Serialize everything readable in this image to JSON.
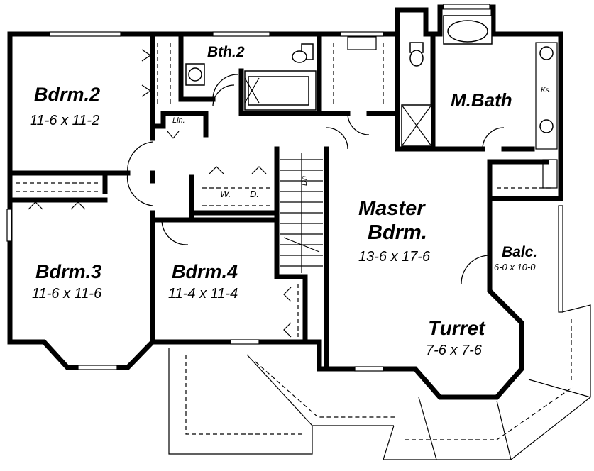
{
  "rooms": {
    "bdrm2": {
      "name": "Bdrm.2",
      "dims": "11-6 x 11-2"
    },
    "bth2": {
      "name": "Bth.2"
    },
    "mbath": {
      "name": "M.Bath"
    },
    "bdrm3": {
      "name": "Bdrm.3",
      "dims": "11-6 x 11-6"
    },
    "bdrm4": {
      "name": "Bdrm.4",
      "dims": "11-4 x 11-4"
    },
    "master": {
      "name_line1": "Master",
      "name_line2": "Bdrm.",
      "dims": "13-6 x 17-6"
    },
    "balc": {
      "name": "Balc.",
      "dims": "6-0 x 10-0"
    },
    "turret": {
      "name": "Turret",
      "dims": "7-6 x 7-6"
    }
  },
  "labels": {
    "linen": "Lin.",
    "washer": "W.",
    "dryer": "D.",
    "down": "Dn",
    "ks": "Ks."
  }
}
